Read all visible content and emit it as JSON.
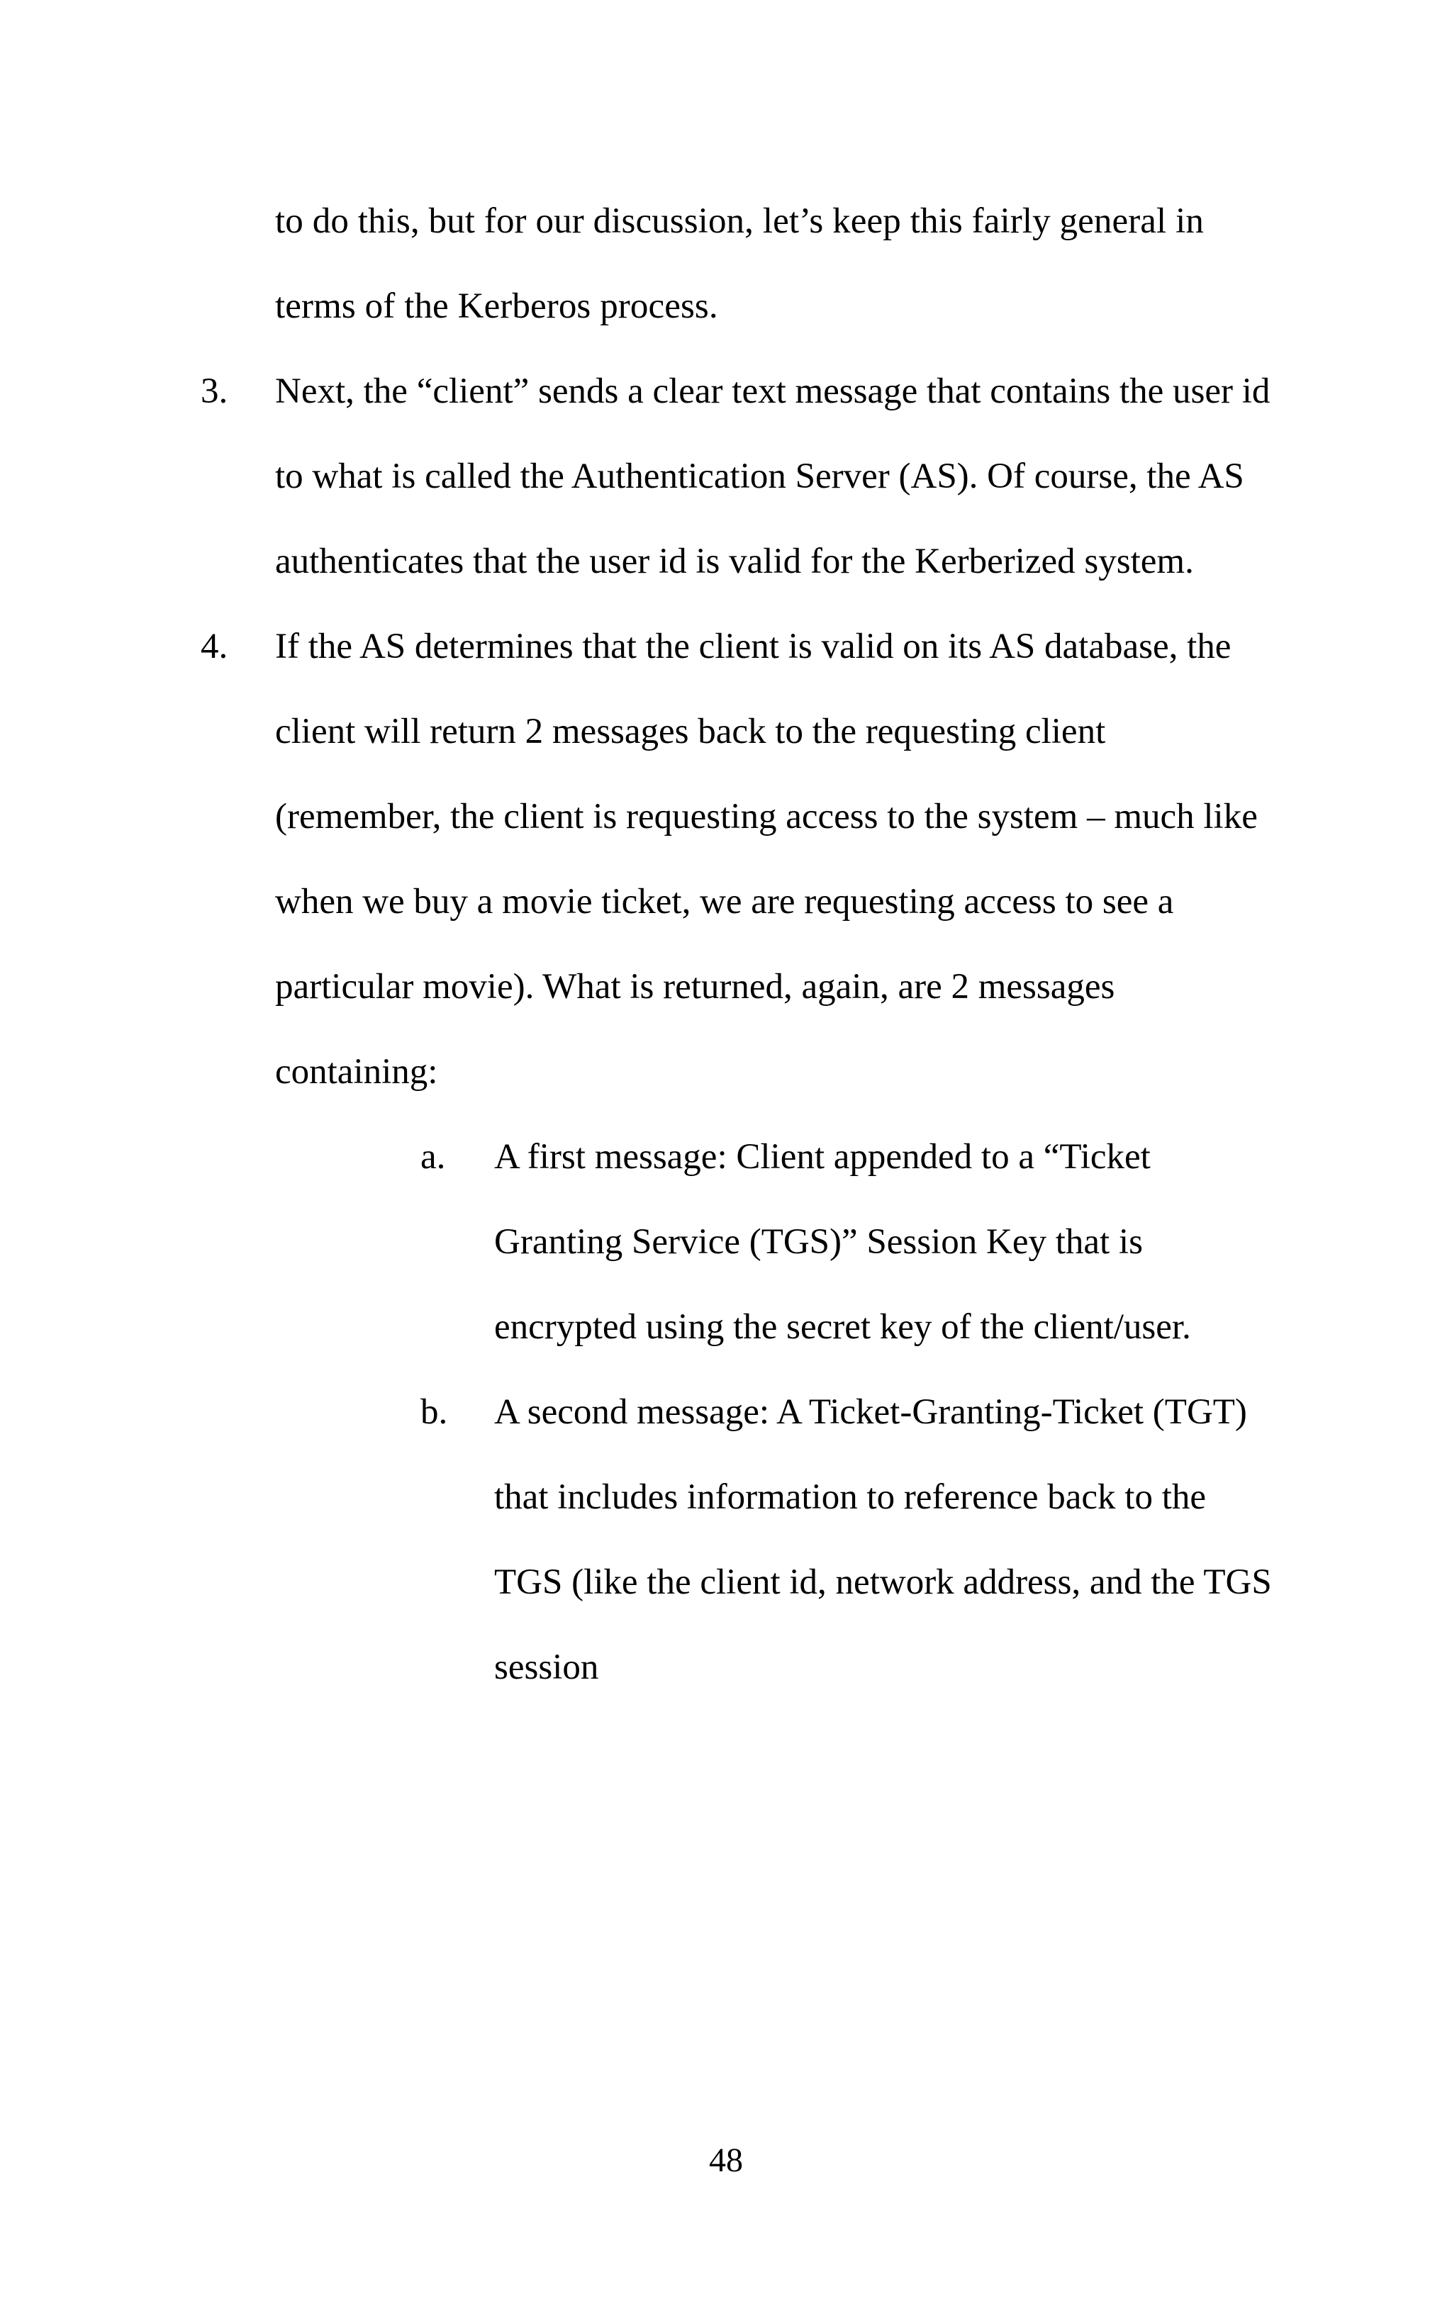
{
  "page": {
    "folio": "48",
    "background_color": "#ffffff",
    "text_color": "#000000"
  },
  "body": {
    "continuation_paragraph": "to do this, but for our discussion, let’s keep this fairly general in terms of the Kerberos process.",
    "list": [
      {
        "marker": "3.",
        "text": "Next, the “client” sends a clear text message that contains the user id to what is called the Authentication Server (AS). Of course, the AS authenticates that the user id is valid for the Kerberized system.",
        "sublist": []
      },
      {
        "marker": "4.",
        "text": "If the AS determines that the client is valid on its AS database, the client will return 2 messages back to the requesting client (remember, the client is requesting access to the system – much like when we buy a movie ticket, we are requesting access to see a particular movie). What is returned, again, are 2 messages containing:",
        "sublist": [
          {
            "marker": "a.",
            "text": "A first message: Client appended to a “Ticket Granting Service (TGS)” Session Key that is encrypted using the secret key of the client/user."
          },
          {
            "marker": "b.",
            "text": "A second message: A Ticket-Granting-Ticket (TGT) that includes information to reference back to the TGS (like the client id, network address, and the TGS session"
          }
        ]
      }
    ]
  }
}
